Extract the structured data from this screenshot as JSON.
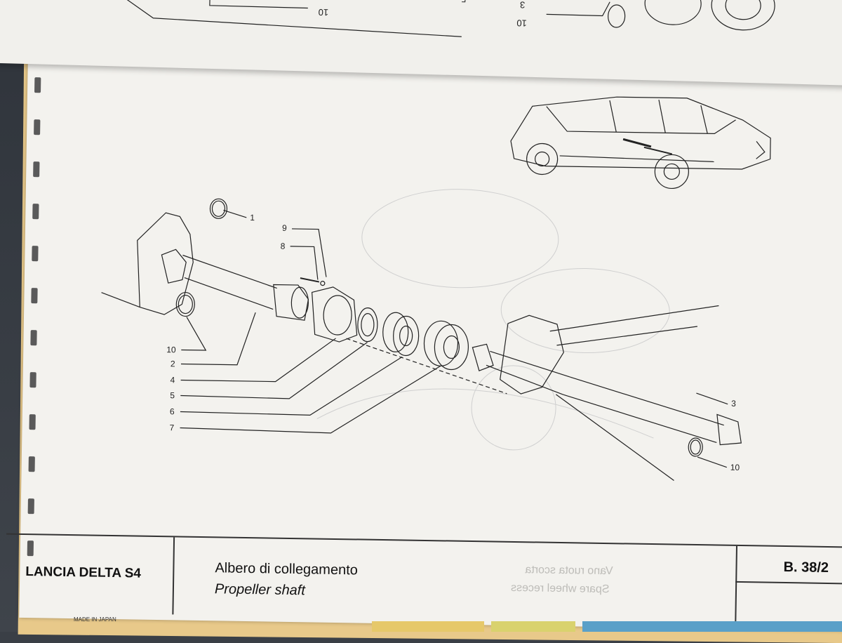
{
  "manual": {
    "brand": "LANCIA DELTA S4",
    "title_it": "Albero di collegamento",
    "title_en": "Propeller shaft",
    "page_code": "B. 38/2",
    "ghost_text_1": "Vano ruota scorta",
    "ghost_text_2": "Spare wheel recess",
    "footer_print": "MADE IN JAPAN"
  },
  "previous_page_callouts": [
    "3",
    "10",
    "5",
    "3",
    "10"
  ],
  "callouts": [
    "1",
    "9",
    "8",
    "10",
    "2",
    "4",
    "5",
    "6",
    "7",
    "3",
    "10"
  ],
  "icons": [
    "car-locator-icon",
    "propeller-shaft-drawing"
  ]
}
